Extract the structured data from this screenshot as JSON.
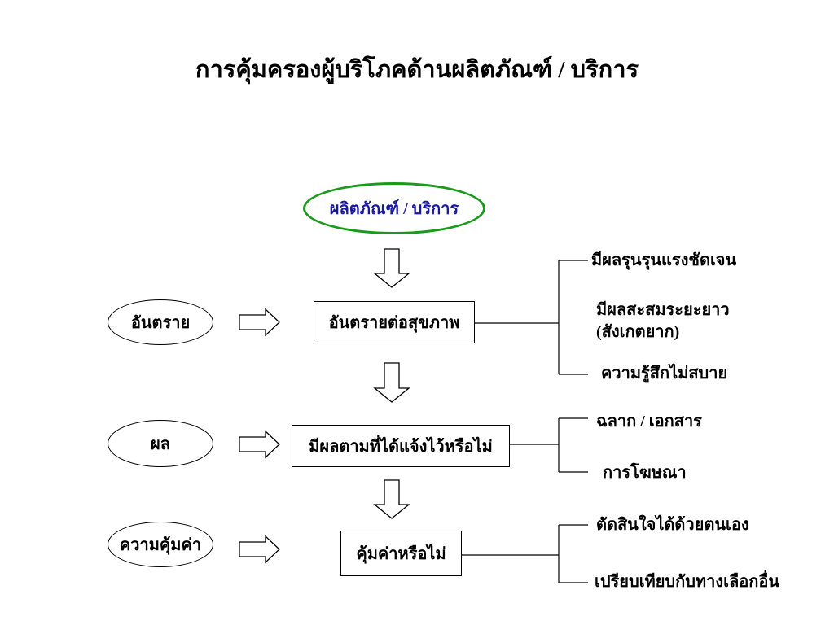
{
  "title": "การคุ้มครองผู้บริโภคด้านผลิตภัณฑ์ / บริการ",
  "top_node": "ผลิตภัณฑ์ / บริการ",
  "left_nodes": [
    "อันตราย",
    "ผล",
    "ความคุ้มค่า"
  ],
  "center_nodes": [
    "อันตรายต่อสุขภาพ",
    "มีผลตามที่ได้แจ้งไว้หรือไม่",
    "คุ้มค่าหรือไม่"
  ],
  "branches": {
    "hazard": [
      "มีผลรุนรุนแรงชัดเจน",
      "มีผลสะสมระยะยาว",
      "(สังเกตยาก)",
      "ความรู้สึกไม่สบาย"
    ],
    "effect": [
      "ฉลาก / เอกสาร",
      "การโฆษณา"
    ],
    "value": [
      "ตัดสินใจได้ด้วยตนเอง",
      "เปรียบเทียบกับทางเลือกอื่น"
    ]
  },
  "colors": {
    "top_ellipse_border": "#1a9a1a",
    "top_ellipse_text": "#1a1aa0"
  }
}
